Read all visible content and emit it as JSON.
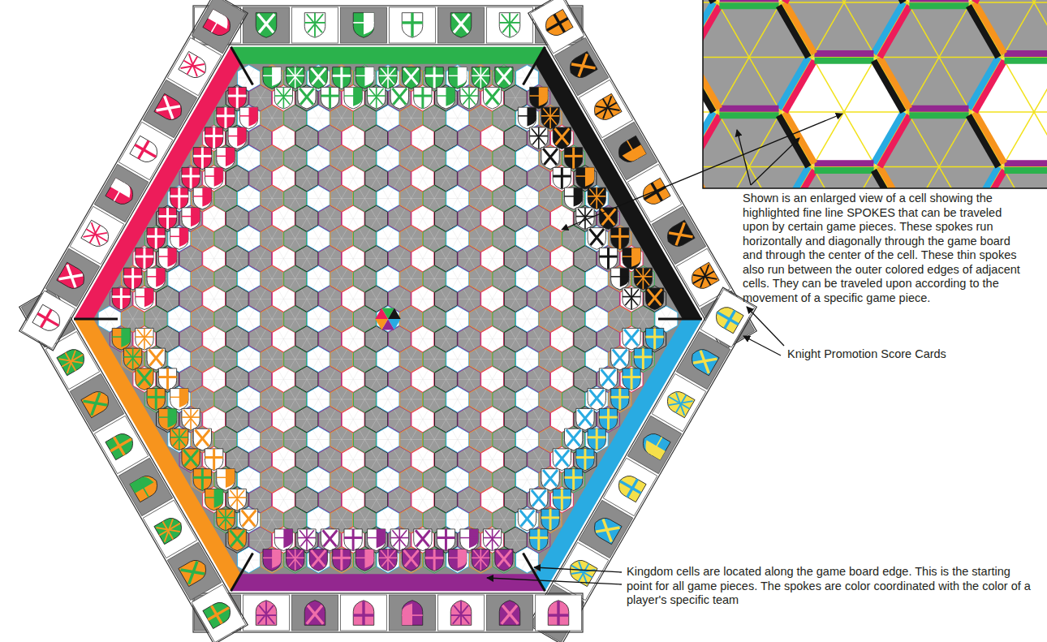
{
  "diagram": {
    "labels": [
      "Shown is an enlarged view of a cell showing the highlighted fine line SPOKES that can be traveled upon by certain game pieces. These spokes run horizontally and diagonally through the game board and through the center of the cell. These thin spokes also run between the outer colored edges of adjacent cells. They can be traveled upon according to the movement of a specific game piece.",
      "Knight Promotion Score Cards",
      "Kingdom cells are located along the game board edge. This is the starting point for all game pieces. The spokes are color coordinated with the color of a player's specific team"
    ]
  }
}
